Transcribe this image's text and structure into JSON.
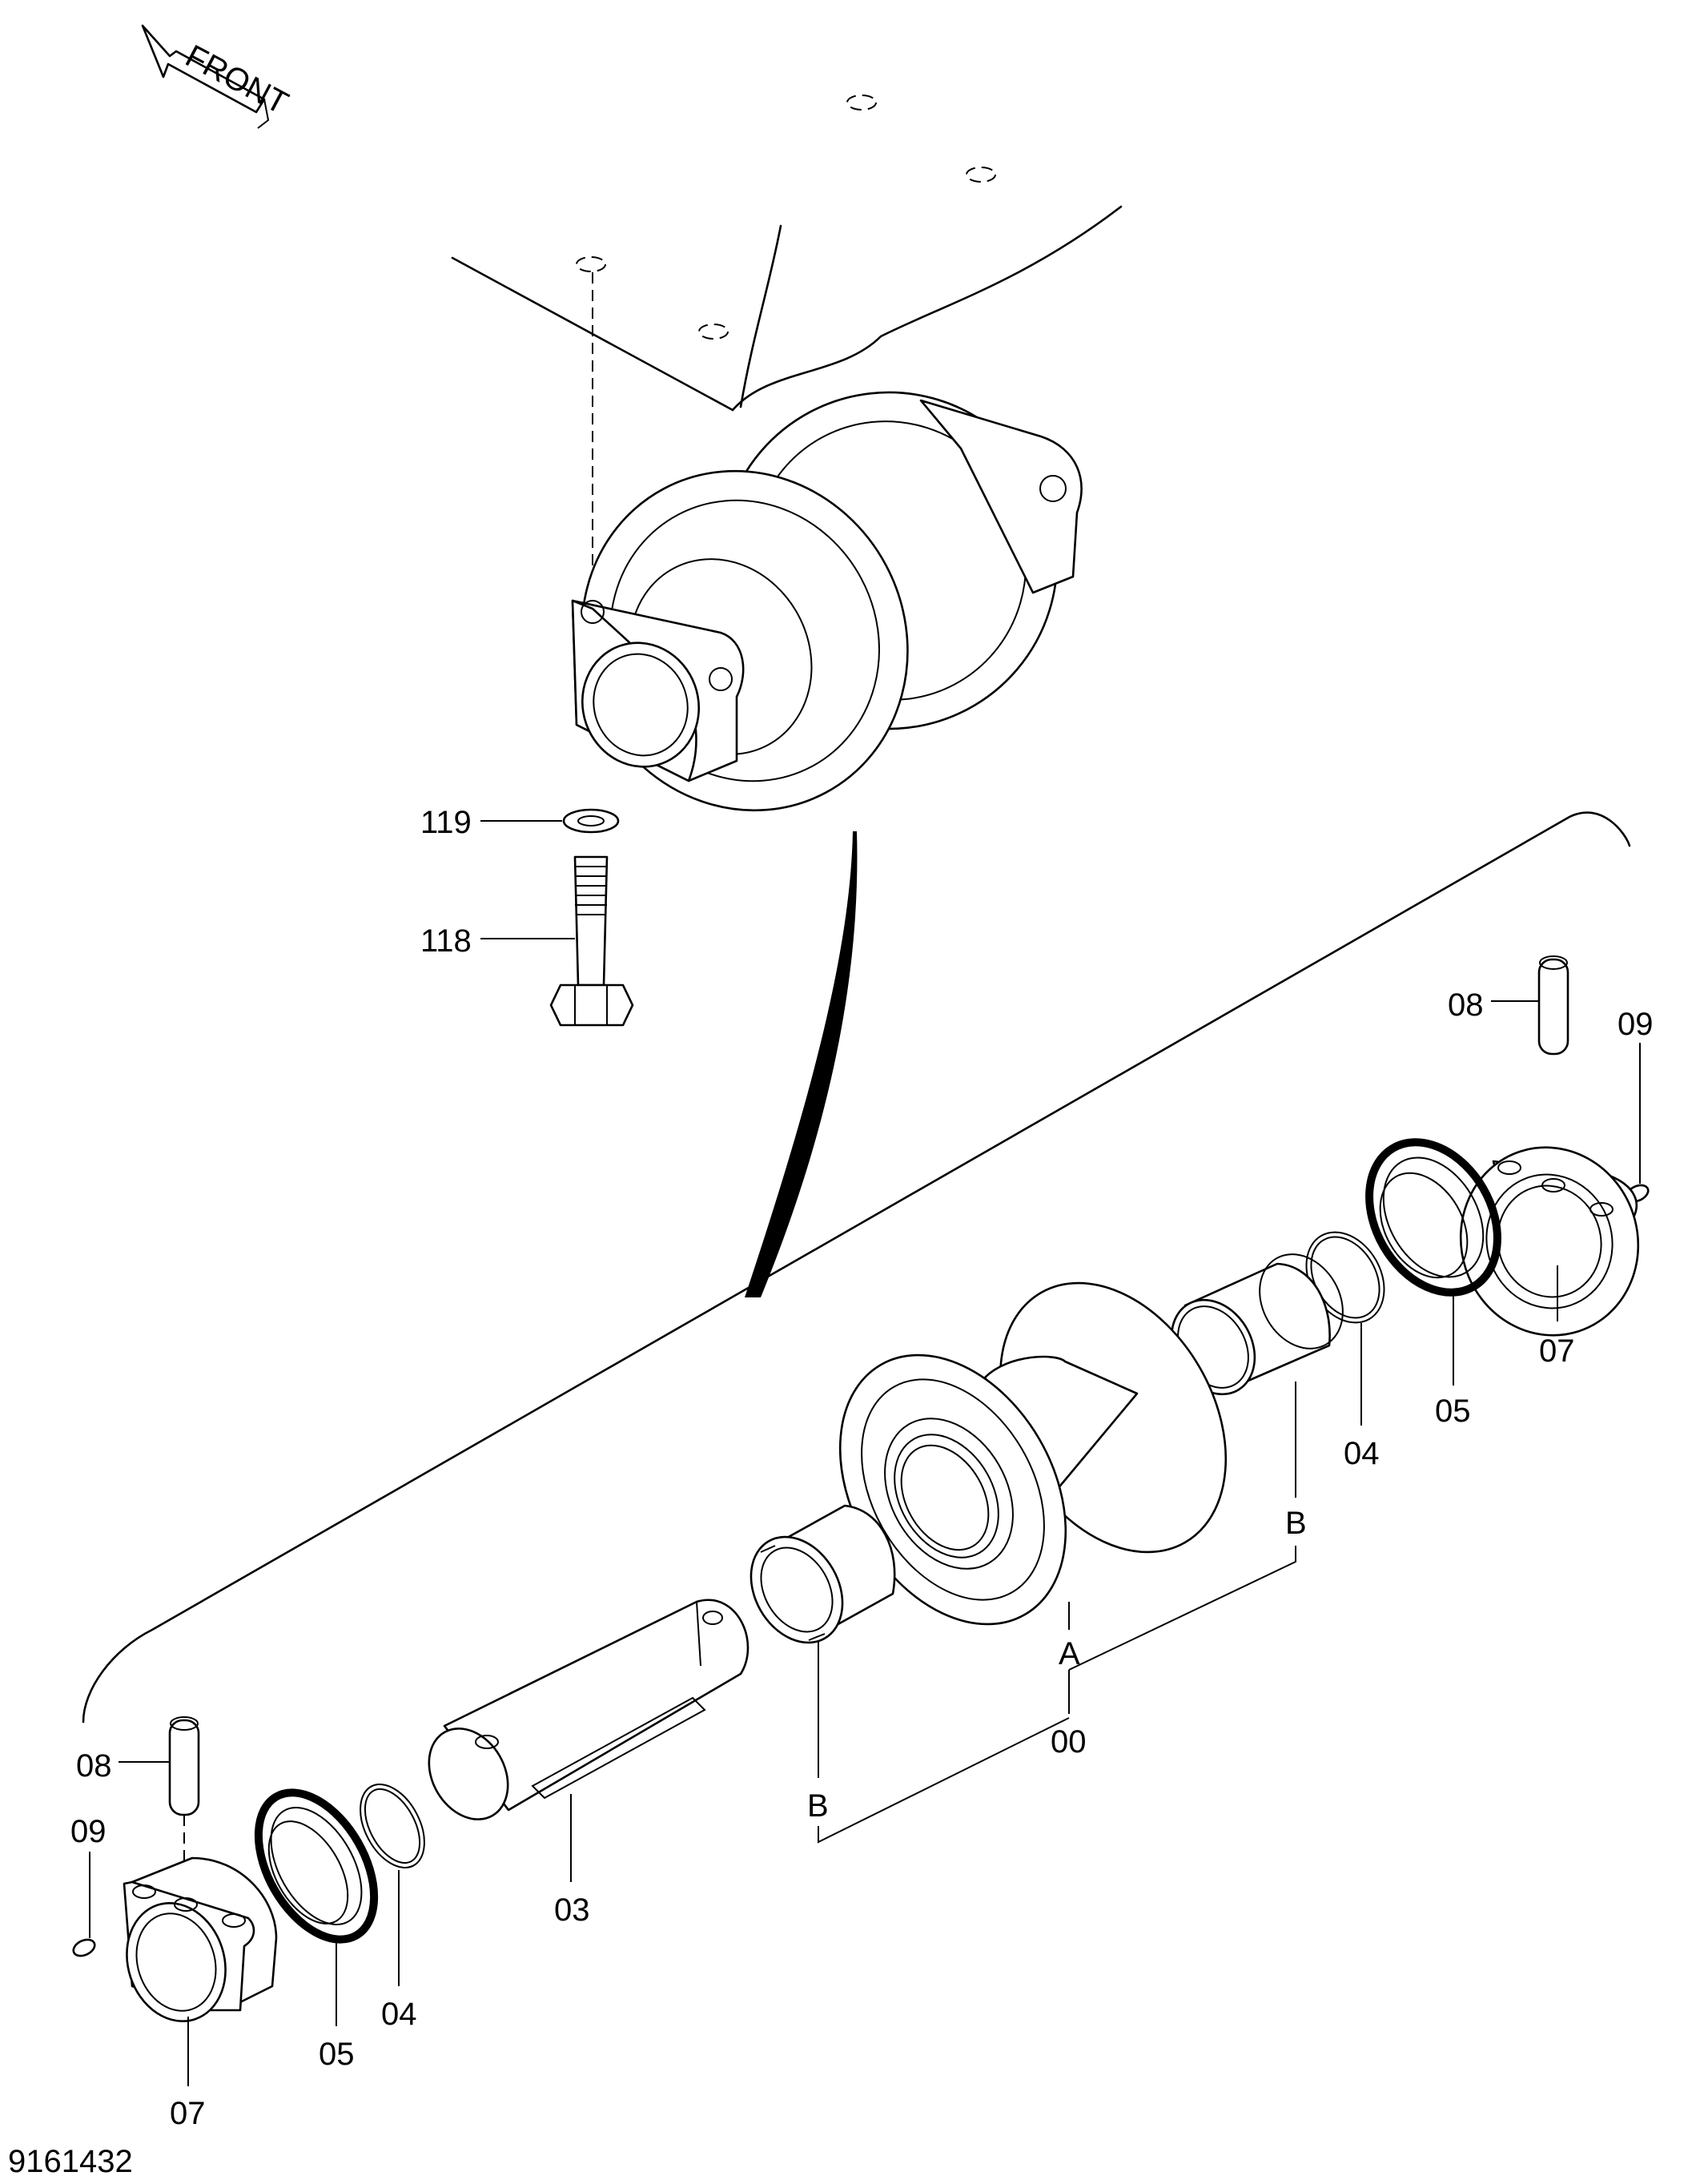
{
  "front_label": "FRONT",
  "figure_number": "9161432",
  "callouts": {
    "p119": "119",
    "p118": "118",
    "p08_right": "08",
    "p09_right": "09",
    "p07_right": "07",
    "p05_right": "05",
    "p04_right": "04",
    "pB_upper": "B",
    "pA": "A",
    "p00": "00",
    "pB_lower": "B",
    "p03": "03",
    "p08_left": "08",
    "p09_left": "09",
    "p05_left": "05",
    "p04_left": "04",
    "p07_left": "07"
  }
}
